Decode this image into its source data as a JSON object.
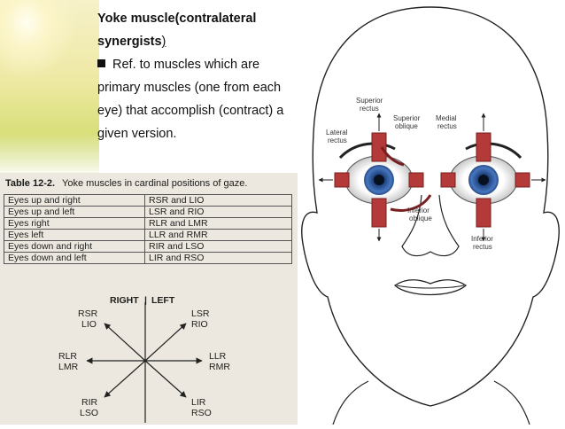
{
  "slide": {
    "title": "Yoke muscle(contralateral synergists",
    "title_close": ")",
    "bullet": "Ref. to muscles which are primary muscles (one from each eye) that accomplish (contract) a given version."
  },
  "table": {
    "number": "Table 12-2.",
    "caption": "Yoke muscles in cardinal positions of gaze.",
    "rows": [
      {
        "gaze": "Eyes up and right",
        "muscles": "RSR and LIO"
      },
      {
        "gaze": "Eyes up and left",
        "muscles": "LSR and RIO"
      },
      {
        "gaze": "Eyes right",
        "muscles": "RLR and LMR"
      },
      {
        "gaze": "Eyes left",
        "muscles": "LLR and RMR"
      },
      {
        "gaze": "Eyes down and right",
        "muscles": "RIR and LSO"
      },
      {
        "gaze": "Eyes down and left",
        "muscles": "LIR and RSO"
      }
    ]
  },
  "gaze_diagram": {
    "right_label": "RIGHT",
    "left_label": "LEFT",
    "up_right": [
      "RSR",
      "LIO"
    ],
    "up_left": [
      "LSR",
      "RIO"
    ],
    "right": [
      "RLR",
      "LMR"
    ],
    "left": [
      "LLR",
      "RMR"
    ],
    "down_right": [
      "RIR",
      "LSO"
    ],
    "down_left": [
      "LIR",
      "RSO"
    ]
  },
  "face_labels": {
    "superior_rectus": [
      "Superior",
      "rectus"
    ],
    "superior_oblique": [
      "Superior",
      "oblique"
    ],
    "medial_rectus": [
      "Medial",
      "rectus"
    ],
    "lateral_rectus": [
      "Lateral",
      "rectus"
    ],
    "inferior_oblique": [
      "Inferior",
      "oblique"
    ],
    "inferior_rectus": [
      "Inferior",
      "rectus"
    ]
  }
}
